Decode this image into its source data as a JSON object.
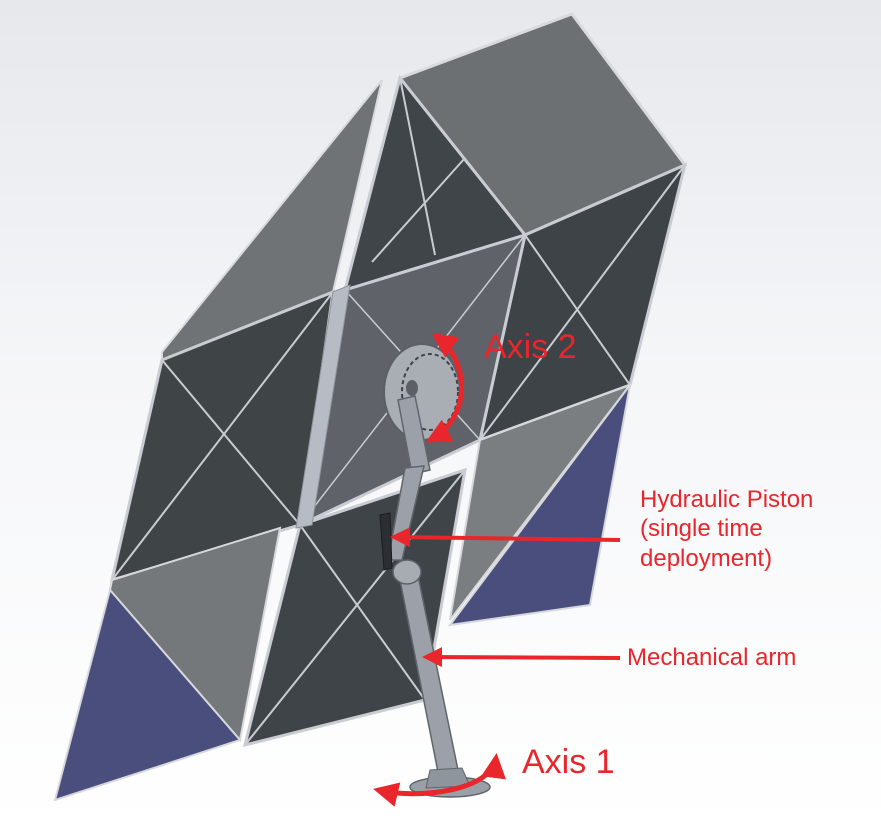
{
  "annotations": {
    "axis2": "Axis 2",
    "axis1": "Axis 1",
    "piston": "Hydraulic Piston\n(single time\ndeployment)",
    "arm": "Mechanical arm"
  },
  "colors": {
    "annotation": "#e8262b",
    "panel_dark": "#40464a",
    "panel_mid": "#6e7274",
    "panel_light": "#8a8d8f",
    "panel_blue": "#4a4e7c",
    "frame": "#c9ccd2"
  }
}
